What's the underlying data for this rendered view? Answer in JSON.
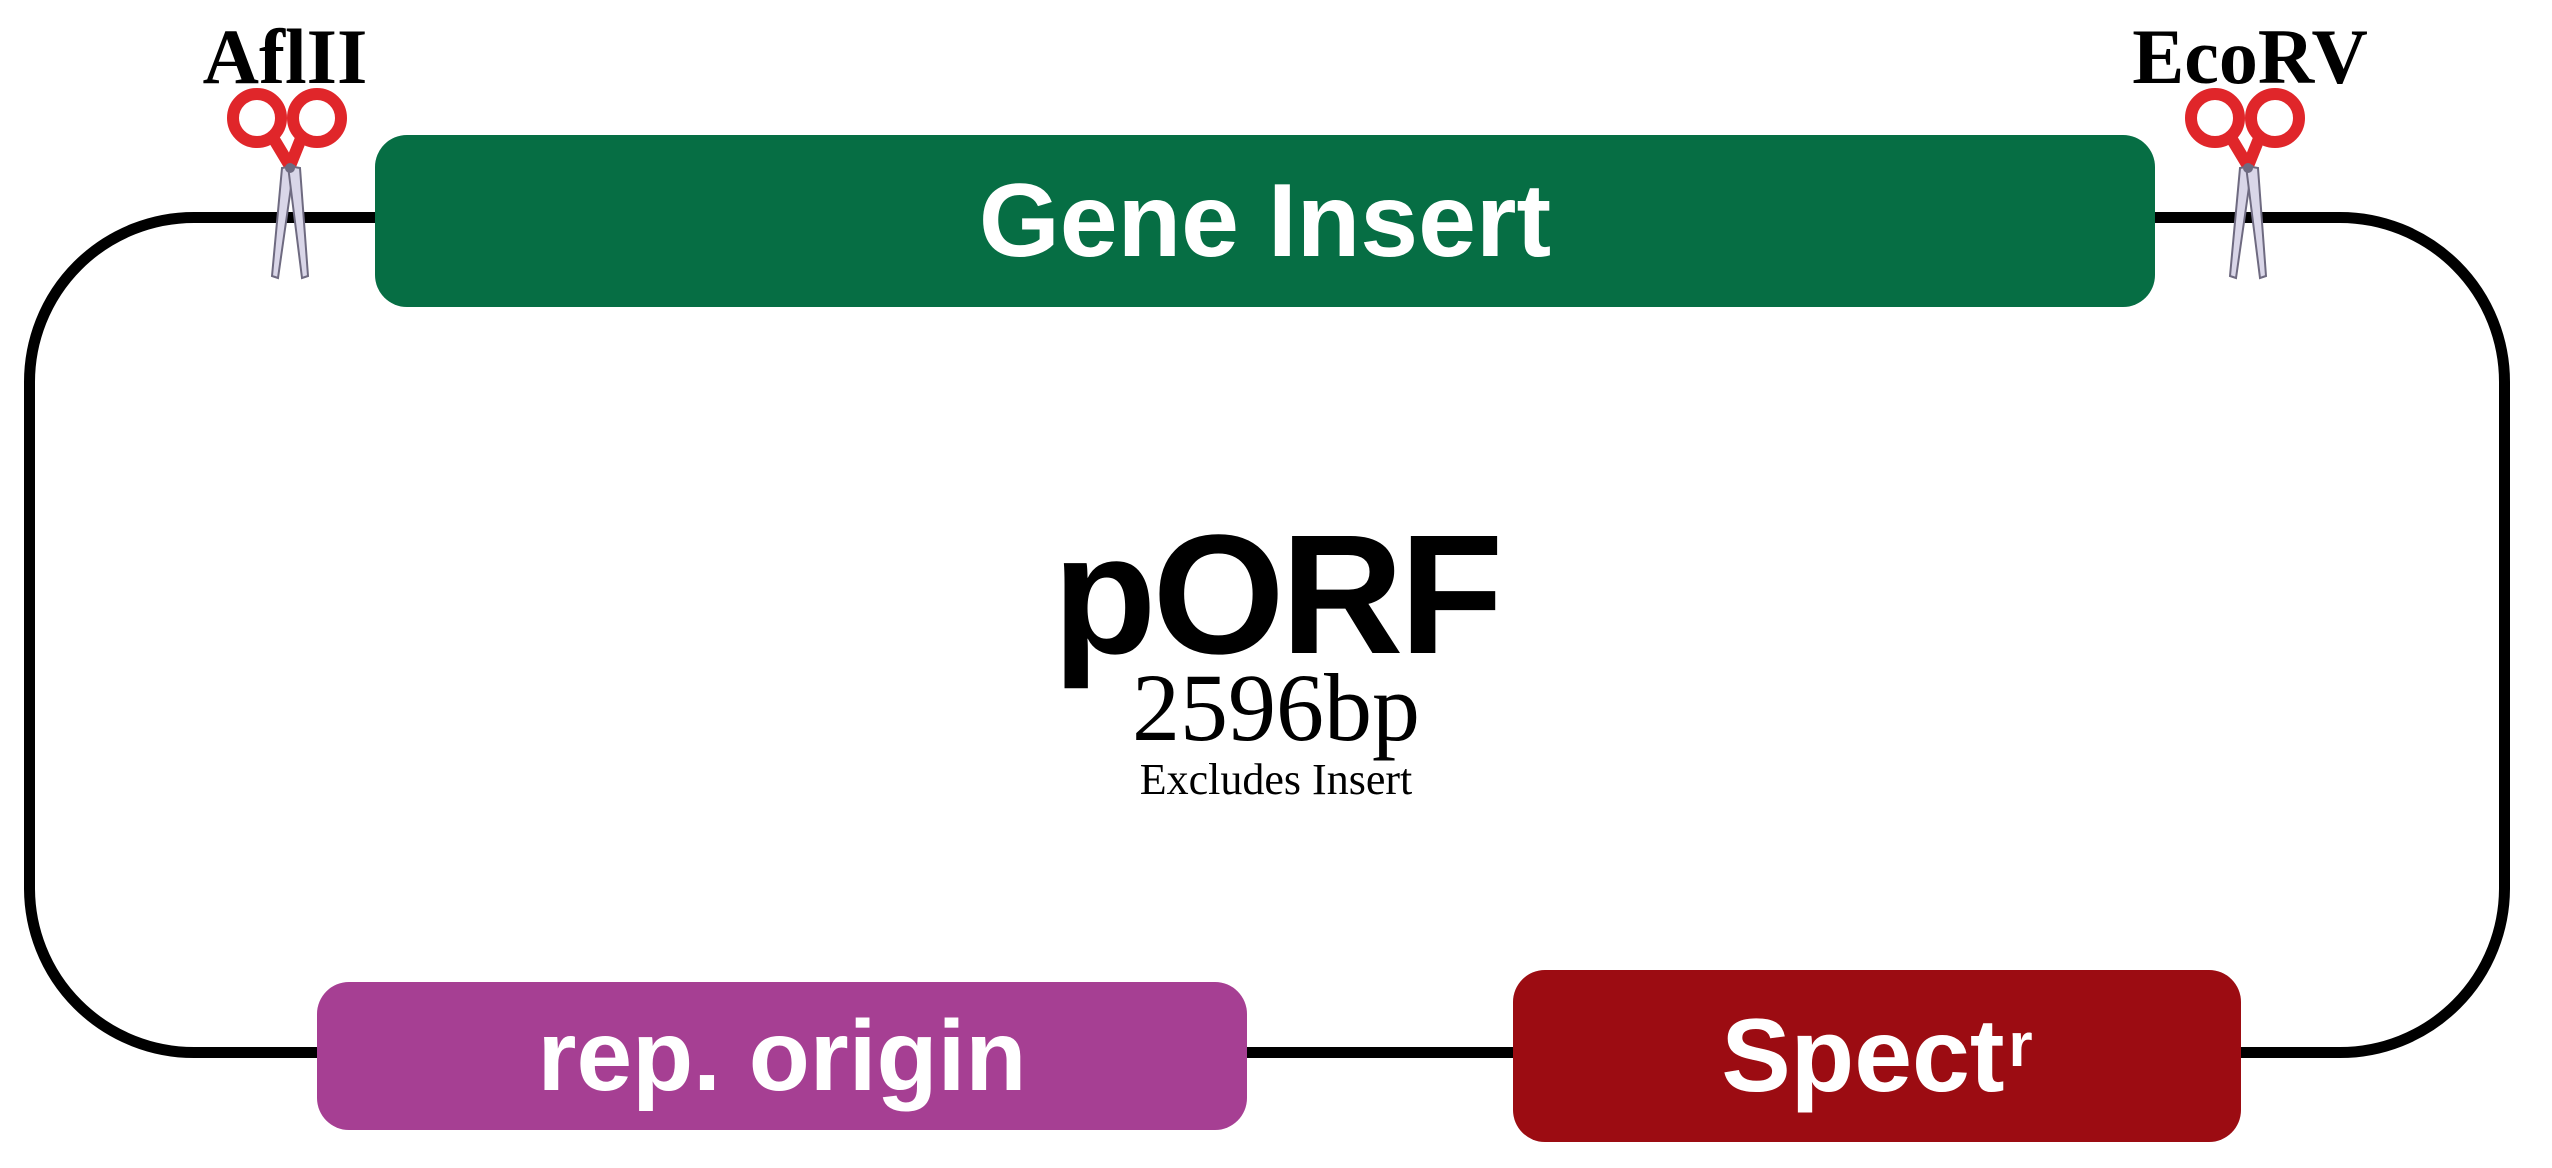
{
  "plasmid": {
    "name": "pORF",
    "size": "2596bp",
    "note": "Excludes Insert"
  },
  "features": {
    "gene_insert": {
      "label": "Gene Insert",
      "color": "#066E44"
    },
    "rep_origin": {
      "label": "rep. origin",
      "color": "#A63F93"
    },
    "spect": {
      "label": "Spect",
      "superscript": "r",
      "color": "#9C0C12"
    }
  },
  "sites": {
    "left": {
      "label": "AflII",
      "icon": "scissors-icon"
    },
    "right": {
      "label": "EcoRV",
      "icon": "scissors-icon"
    }
  },
  "colors": {
    "backbone": "#000000",
    "scissors_handle": "#E0262A",
    "scissors_blade": "#D9D6E8"
  }
}
